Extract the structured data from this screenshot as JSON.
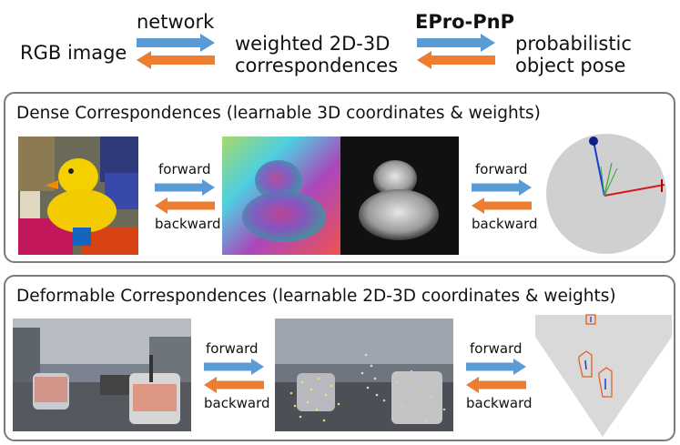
{
  "top_row": {
    "rgb_image": "RGB image",
    "network": "network",
    "correspondences_line1": "weighted 2D-3D",
    "correspondences_line2": "correspondences",
    "epro_pnp": "EPro-PnP",
    "pose_line1": "probabilistic",
    "pose_line2": "object pose"
  },
  "dense_panel": {
    "title": "Dense Correspondences (learnable 3D coordinates & weights)",
    "forward_1": "forward",
    "backward_1": "backward",
    "forward_2": "forward",
    "backward_2": "backward"
  },
  "deformable_panel": {
    "title": "Deformable Correspondences (learnable 2D-3D coordinates & weights)",
    "forward_1": "forward",
    "backward_1": "backward",
    "forward_2": "forward",
    "backward_2": "backward"
  },
  "colors": {
    "forward_arrow": "#5b9bd5",
    "backward_arrow": "#ed7d31",
    "panel_border": "#7a7a7a",
    "pose_box": "#e0602a"
  }
}
